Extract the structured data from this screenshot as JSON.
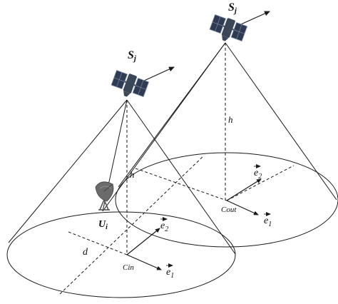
{
  "satellites": [
    {
      "symbol": "S",
      "subscript": "j"
    },
    {
      "symbol": "S",
      "subscript": "j"
    }
  ],
  "user_terminal": {
    "symbol": "U",
    "subscript": "i"
  },
  "heights": [
    "h",
    "h"
  ],
  "distance": "d",
  "centers": [
    "Cin",
    "Cout"
  ],
  "vectors": [
    {
      "symbol": "e",
      "subscript": "1"
    },
    {
      "symbol": "e",
      "subscript": "2"
    },
    {
      "symbol": "e",
      "subscript": "1"
    },
    {
      "symbol": "e",
      "subscript": "2"
    }
  ],
  "colors": {
    "line": "#1a1a1a",
    "satellite_panel": "#2f3b52",
    "satellite_body": "#3b4658",
    "dish": "#6b6b6b"
  }
}
